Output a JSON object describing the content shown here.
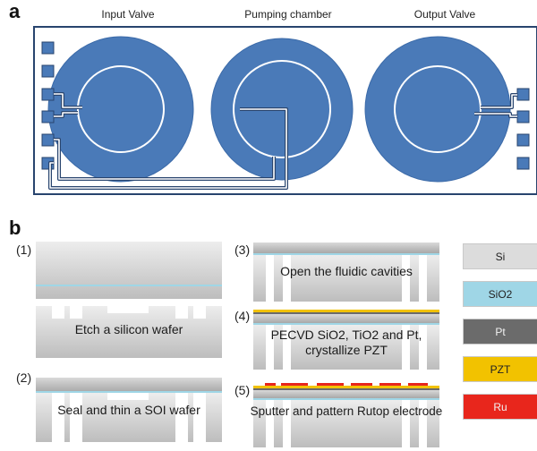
{
  "panel_a": {
    "letter": "a",
    "labels": [
      "Input Valve",
      "Pumping chamber",
      "Output Valve"
    ]
  },
  "panel_b": {
    "letter": "b",
    "steps": [
      {
        "num": "(1)",
        "caption": "Etch a silicon wafer"
      },
      {
        "num": "(2)",
        "caption": "Seal and thin a SOI wafer"
      },
      {
        "num": "(3)",
        "caption": "Open the fluidic cavities"
      },
      {
        "num": "(4)",
        "caption_line1": "PECVD SiO2, TiO2 and Pt,",
        "caption_line2": "crystallize PZT"
      },
      {
        "num": "(5)",
        "caption": "Sputter and pattern Rutop electrode"
      }
    ],
    "legend": [
      {
        "label": "Si",
        "color": "#dcdcdc"
      },
      {
        "label": "SiO2",
        "color": "#9fd6e6"
      },
      {
        "label": "Pt",
        "color": "#6b6b6b"
      },
      {
        "label": "PZT",
        "color": "#f2c200"
      },
      {
        "label": "Ru",
        "color": "#e8261c"
      }
    ]
  },
  "colors": {
    "valve_blue": "#4a7ab8",
    "outline": "#28446e",
    "silicon_light": "#e4e4e4",
    "silicon_dark": "#bdbdbd",
    "oxide": "#9fd6e6"
  }
}
